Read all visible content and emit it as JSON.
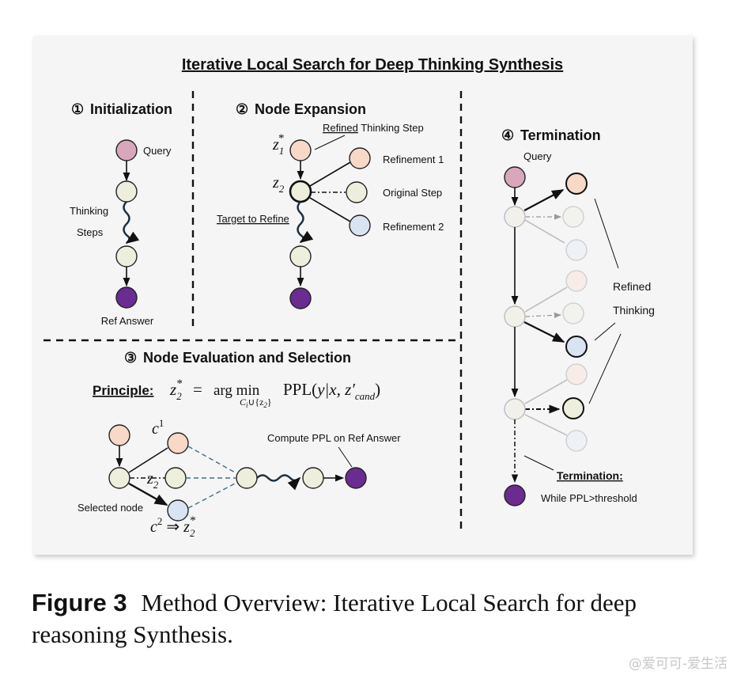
{
  "title": "Iterative Local Search for Deep Thinking Synthesis",
  "sections": {
    "initialization": {
      "num": "①",
      "heading": "Initialization",
      "query": "Query",
      "steps_line1": "Thinking",
      "steps_line2": "Steps",
      "ref_answer": "Ref Answer"
    },
    "expansion": {
      "num": "②",
      "heading": "Node Expansion",
      "refined_word": "Refined",
      "thinking_step": " Thinking Step",
      "z1_label": "z",
      "z1_sub": "1",
      "z1_sup": "*",
      "z2_label": "z",
      "z2_sub": "2",
      "target": "Target to Refine",
      "refinement1": "Refinement 1",
      "original_step": "Original Step",
      "refinement2": "Refinement 2"
    },
    "evaluation": {
      "num": "③",
      "heading": "Node Evaluation and Selection",
      "principle_label": "Principle:",
      "formula_lhs_z": "z",
      "formula_lhs_sub": "2",
      "formula_lhs_sup": "*",
      "formula_eq": "=",
      "formula_argmin": "arg min",
      "formula_under": "C",
      "formula_under_sub": "i",
      "formula_under_rest": "∪{z",
      "formula_under_sub2": "2",
      "formula_under_close": "}",
      "formula_ppl": "PPL(",
      "formula_args": "y|x, z′",
      "formula_args_sub": "cand",
      "formula_close": ")",
      "c1": "c",
      "c1_sup": "1",
      "z2": "z",
      "z2_sub": "2",
      "c2": "c",
      "c2_sup": "2",
      "implies": "⇒",
      "result_z": "z",
      "result_sub": "2",
      "result_sup": "*",
      "selected_node": "Selected node",
      "compute_ppl": "Compute PPL on Ref Answer"
    },
    "termination": {
      "num": "④",
      "heading": "Termination",
      "query": "Query",
      "refined": "Refined",
      "thinking": "Thinking",
      "termination_label": "Termination:",
      "condition": "While PPL>threshold"
    }
  },
  "caption": {
    "label": "Figure 3",
    "text": "Method Overview: Iterative Local Search for deep reasoning Synthesis."
  },
  "watermark": "@爱可可-爱生活",
  "colors": {
    "panel_bg": "#f5f5f5",
    "query_node": "#d9a7bc",
    "step_node": "#eeeedc",
    "refine1_node": "#f8d9c7",
    "refine2_node": "#d8e4f2",
    "answer_node": "#6a2c91",
    "dashed_link": "#3d7088"
  }
}
